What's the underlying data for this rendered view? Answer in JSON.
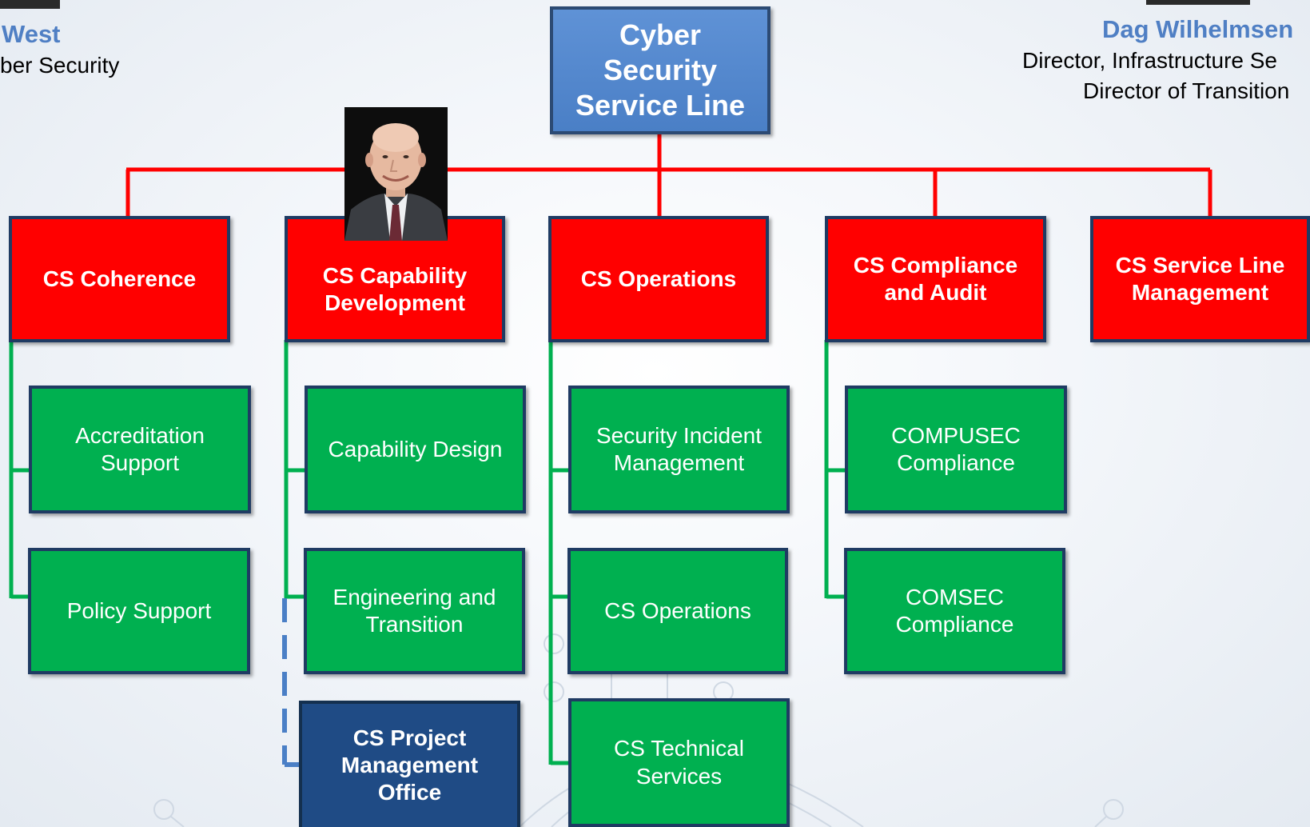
{
  "root": {
    "label": "Cyber Security Service Line",
    "lines": [
      "Cyber",
      "Security",
      "Service Line"
    ]
  },
  "left_person": {
    "name": "West",
    "title": "ber Security"
  },
  "right_person": {
    "name": "Dag Wilhelmsen",
    "title_line1": "Director, Infrastructure Se",
    "title_line2": "Director of Transition"
  },
  "divisions": [
    {
      "lines": [
        "CS Coherence"
      ]
    },
    {
      "lines": [
        "CS Capability",
        "Development"
      ]
    },
    {
      "lines": [
        "CS Operations"
      ]
    },
    {
      "lines": [
        "CS Compliance",
        "and Audit"
      ]
    },
    {
      "lines": [
        "CS Service Line",
        "Management"
      ]
    }
  ],
  "units": {
    "coherence": [
      {
        "lines": [
          "Accreditation",
          "Support"
        ]
      },
      {
        "lines": [
          "Policy Support"
        ]
      }
    ],
    "capability": [
      {
        "lines": [
          "Capability Design"
        ]
      },
      {
        "lines": [
          "Engineering and",
          "Transition"
        ]
      }
    ],
    "operations": [
      {
        "lines": [
          "Security Incident",
          "Management"
        ]
      },
      {
        "lines": [
          "CS Operations"
        ]
      },
      {
        "lines": [
          "CS Technical",
          "Services"
        ]
      }
    ],
    "compliance": [
      {
        "lines": [
          "COMPUSEC",
          "Compliance"
        ]
      },
      {
        "lines": [
          "COMSEC",
          "Compliance"
        ]
      }
    ]
  },
  "pmo": {
    "lines": [
      "CS Project",
      "Management",
      "Office"
    ]
  },
  "colors": {
    "root": "#4f81c7",
    "division": "#ff0000",
    "unit": "#00b050",
    "pmo": "#1f4b85",
    "connector_red": "#ff0000",
    "connector_green": "#00b050",
    "connector_dashed": "#4a7fc6",
    "name_blue": "#4f7fc4"
  }
}
